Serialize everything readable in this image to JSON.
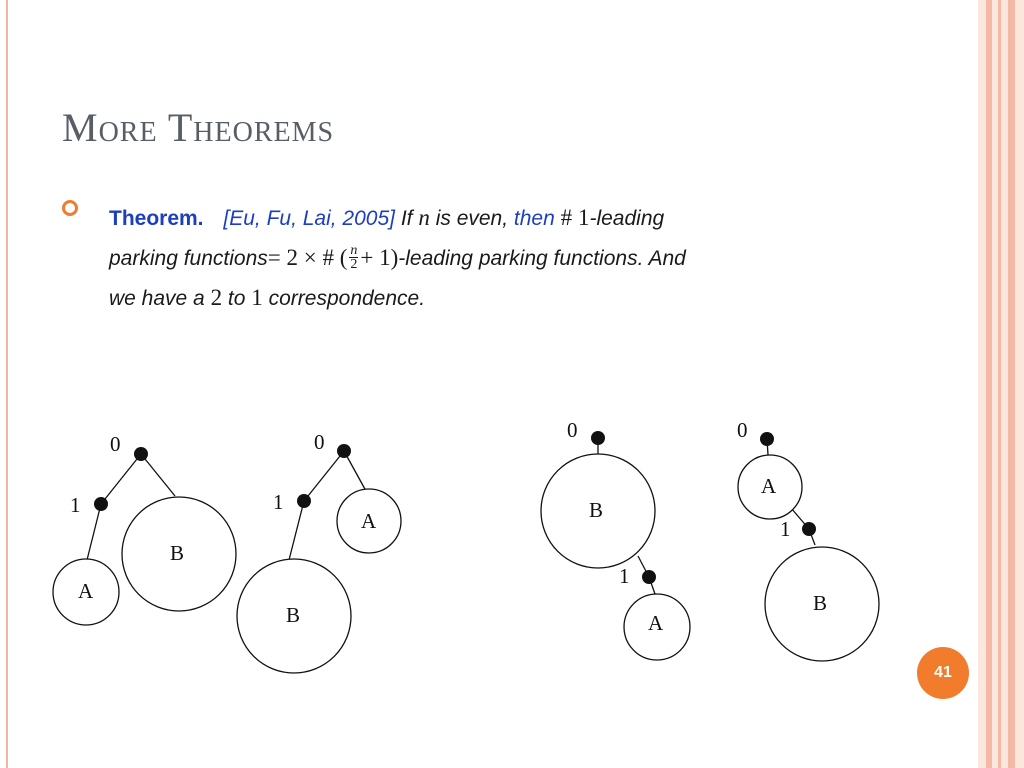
{
  "slide": {
    "title": "More Theorems",
    "page_number": "41"
  },
  "theorem": {
    "lead": "Theorem.",
    "citation": "[Eu, Fu, Lai, 2005]",
    "t_if": "If",
    "n": "n",
    "t_is_even": "is even,",
    "t_then": "then",
    "t_hash": "#",
    "t_one": "1",
    "t_leading": "-leading",
    "t_parking": "parking functions",
    "t_eq": "= 2 × # (",
    "frac_num": "n",
    "frac_den": "2",
    "t_plus_one": "+ 1)",
    "t_leading_pf": "-leading parking functions. And",
    "t_we_have_a": "we have a",
    "t_two": "2",
    "t_to": "to",
    "t_correspondence": "correspondence."
  },
  "diagrams": {
    "labels": {
      "zero": "0",
      "one": "1",
      "a": "A",
      "b": "B"
    }
  }
}
